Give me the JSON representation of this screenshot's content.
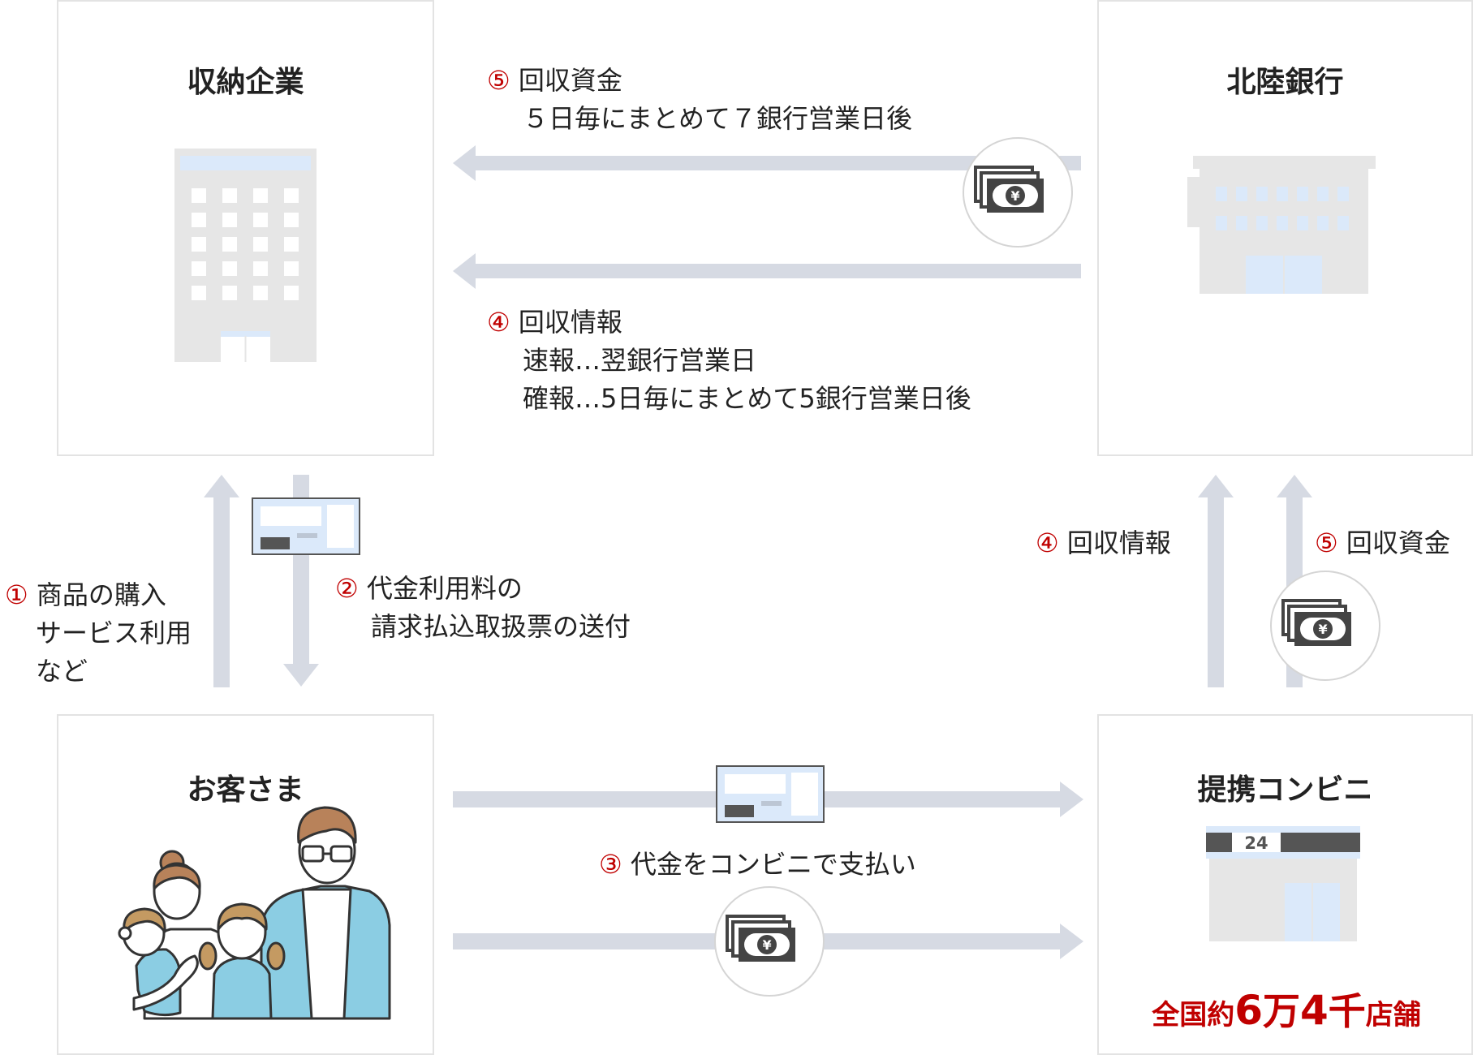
{
  "nodes": {
    "company": {
      "title": "収納企業"
    },
    "bank": {
      "title": "北陸銀行"
    },
    "customer": {
      "title": "お客さま"
    },
    "store": {
      "title": "提携コンビニ",
      "count_prefix": "全国約",
      "count_n1": "6",
      "count_u1": "万",
      "count_n2": "4",
      "count_u2": "千",
      "count_suffix": "店舗",
      "sign_number": "24"
    }
  },
  "flows": {
    "step1": {
      "num": "①",
      "line1": "商品の購入",
      "line2": "サービス利用",
      "line3": "など"
    },
    "step2": {
      "num": "②",
      "line1": "代金利用料の",
      "line2": "請求払込取扱票の送付"
    },
    "step3": {
      "num": "③",
      "text": "代金をコンビニで支払い"
    },
    "step4_store": {
      "num": "④",
      "text": "回収情報"
    },
    "step5_store": {
      "num": "⑤",
      "text": "回収資金"
    },
    "step5_bank": {
      "num": "⑤",
      "line1": "回収資金",
      "line2": "５日毎にまとめて７銀行営業日後"
    },
    "step4_bank": {
      "num": "④",
      "line1": "回収情報",
      "line2": "速報…翌銀行営業日",
      "line3": "確報…5日毎にまとめて5銀行営業日後"
    }
  },
  "icons": {
    "currency": "¥"
  },
  "colors": {
    "arrow": "#d6dae3",
    "accent_red": "#c00000",
    "building": "#e6e6e6",
    "window_blue": "#dbe9fa"
  }
}
